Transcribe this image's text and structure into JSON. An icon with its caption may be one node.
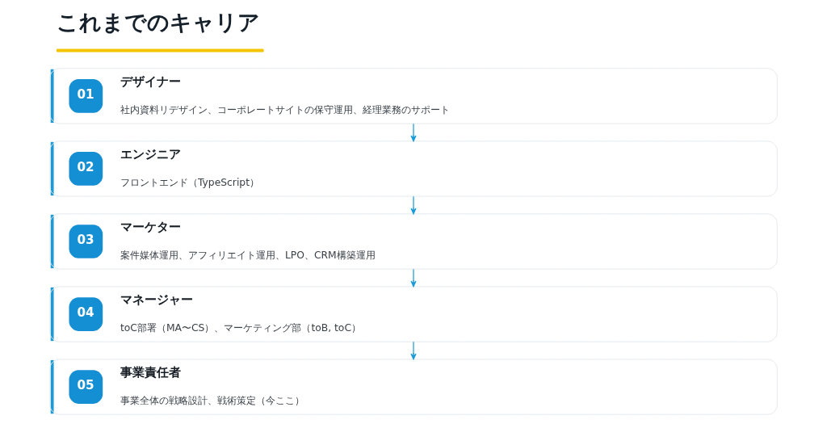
{
  "diagram": {
    "title": "これまでのキャリア",
    "nodes": [
      {
        "text": [
          "01",
          "デザイナー",
          "社内資料リデザイン、コーポレートサイトの保守運用、経理業務のサポート"
        ]
      },
      {
        "text": [
          "02",
          "エンジニア",
          "フロントエンド（TypeScript）"
        ]
      },
      {
        "text": [
          "03",
          "マーケター",
          "案件媒体運用、アフィリエイト運用、LPO、CRM構築運用"
        ]
      },
      {
        "text": [
          "04",
          "マネージャー",
          "toC部署（MA〜CS）、マーケティング部（toB, toC）"
        ]
      },
      {
        "text": [
          "05",
          "事業責任者",
          "事業全体の戦略設計、戦術策定（今ここ）"
        ]
      }
    ],
    "edges": [
      {
        "from": 0,
        "to": 1,
        "arrow": "to"
      },
      {
        "from": 1,
        "to": 2,
        "arrow": "to"
      },
      {
        "from": 2,
        "to": 3,
        "arrow": "to"
      },
      {
        "from": 3,
        "to": 4,
        "arrow": "to"
      }
    ]
  }
}
